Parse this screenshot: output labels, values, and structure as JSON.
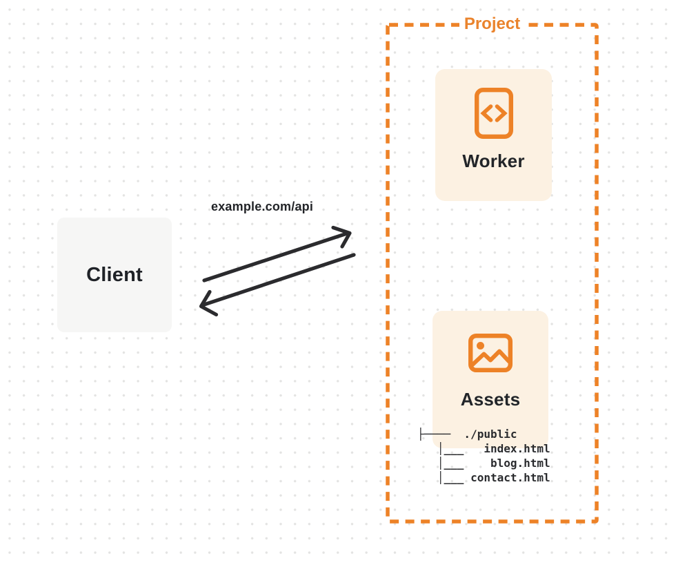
{
  "diagram": {
    "client": {
      "label": "Client"
    },
    "request_label": "example.com/api",
    "project": {
      "label": "Project",
      "worker": {
        "label": "Worker",
        "icon": "code-file-icon"
      },
      "assets": {
        "label": "Assets",
        "icon": "image-icon"
      },
      "file_tree": "├────  ./public\n   │___   index.html\n   │___    blog.html\n   │___ contact.html"
    },
    "colors": {
      "accent_orange": "#ed8227",
      "card_background": "#fcf1e2",
      "client_background": "#f6f6f5",
      "arrow_dark": "#2b2b2e",
      "dot_grid": "#e3e3e2"
    }
  }
}
